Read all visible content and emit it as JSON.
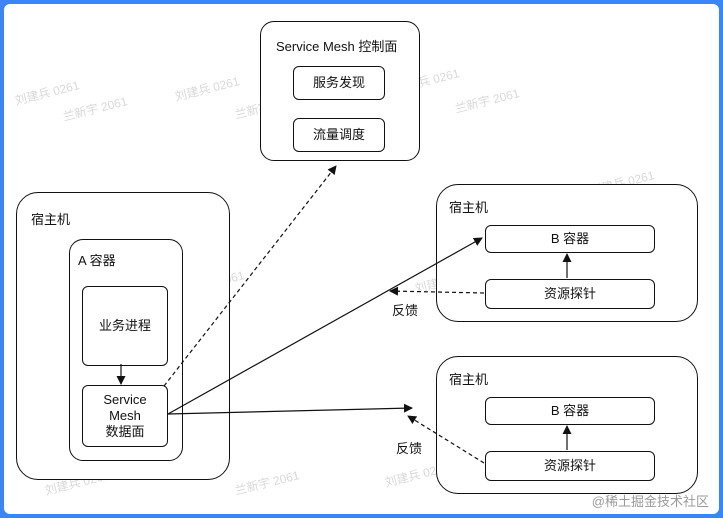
{
  "control_plane": {
    "title": "Service Mesh 控制面",
    "service_discovery": "服务发现",
    "traffic_control": "流量调度"
  },
  "left_host": {
    "title": "宿主机",
    "container_a": "A 容器",
    "business_process": "业务进程",
    "data_plane_line1": "Service",
    "data_plane_line2": "Mesh",
    "data_plane_line3": "数据面"
  },
  "top_right_host": {
    "title": "宿主机",
    "container_b": "B 容器",
    "probe": "资源探针",
    "feedback": "反馈"
  },
  "bottom_right_host": {
    "title": "宿主机",
    "container_b": "B 容器",
    "probe": "资源探针",
    "feedback": "反馈"
  },
  "watermarks": [
    "刘建兵 0261",
    "兰新宇 2061"
  ],
  "footer": "@稀土掘金技术社区",
  "colors": {
    "frame": "#3b86f7",
    "stroke": "#111111"
  }
}
